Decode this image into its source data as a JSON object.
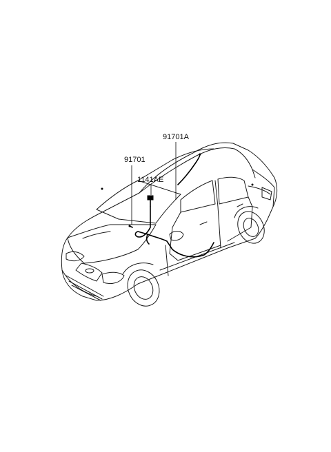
{
  "callouts": {
    "part_a": "91701A",
    "part_b": "91701",
    "part_c": "1141AE"
  }
}
